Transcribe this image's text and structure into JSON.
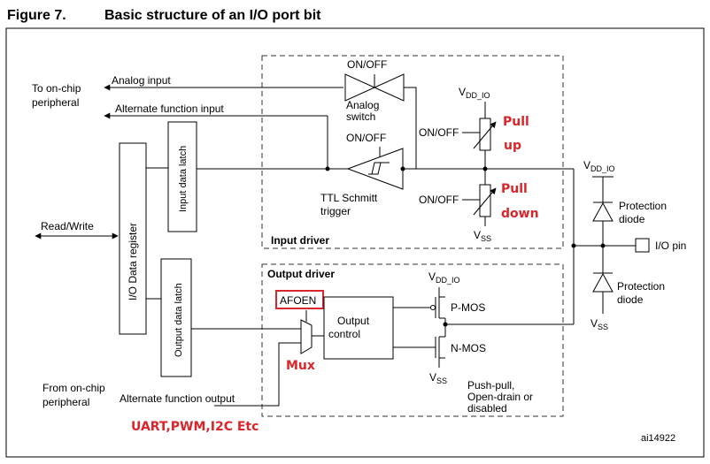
{
  "figure": {
    "number": "Figure 7.",
    "title": "Basic structure of an I/O port bit",
    "id_code": "ai14922"
  },
  "labels": {
    "to_onchip": "To on-chip",
    "peripheral": "peripheral",
    "analog_input": "Analog input",
    "alternate_function_input": "Alternate function input",
    "read_write": "Read/Write",
    "from_onchip": "From on-chip",
    "peripheral2": "peripheral",
    "alternate_function_output": "Alternate function output",
    "io_data_register": "I/O Data register",
    "input_data_latch": "Input data latch",
    "output_data_latch": "Output data latch",
    "on_off_switch": "ON/OFF",
    "analog": "Analog",
    "switch": "switch",
    "on_off_trigger": "ON/OFF",
    "ttl_schmitt": "TTL Schmitt",
    "trigger": "trigger",
    "input_driver": "Input driver",
    "output_driver": "Output driver",
    "vdd_in_v": "V",
    "vdd_in_sub": "DD_IO",
    "vss_in_v": "V",
    "vss_in_sub": "SS",
    "on_off_pullup": "ON/OFF",
    "on_off_pulldown": "ON/OFF",
    "vdd_prot_v": "V",
    "vdd_prot_sub": "DD_IO",
    "protection1": "Protection",
    "diode1": "diode",
    "protection2": "Protection",
    "diode2": "diode",
    "vss_prot_v": "V",
    "vss_prot_sub": "SS",
    "io_pin": "I/O pin",
    "vdd_out_v": "V",
    "vdd_out_sub": "DD_IO",
    "pmos": "P-MOS",
    "nmos": "N-MOS",
    "vss_out_v": "V",
    "vss_out_sub": "SS",
    "output": "Output",
    "control": "control",
    "push_pull": "Push-pull,",
    "open_drain": "Open-drain or",
    "disabled": "disabled"
  },
  "annotations": {
    "pull": "Pull",
    "up": "up",
    "pull2": "Pull",
    "down": "down",
    "afoen": "AFOEN",
    "mux": "Mux",
    "peripherals": "UART,PWM,I2C  Etc"
  },
  "colors": {
    "annotation": "#d9262b",
    "line": "#000000",
    "dashed_box": "#333333"
  }
}
